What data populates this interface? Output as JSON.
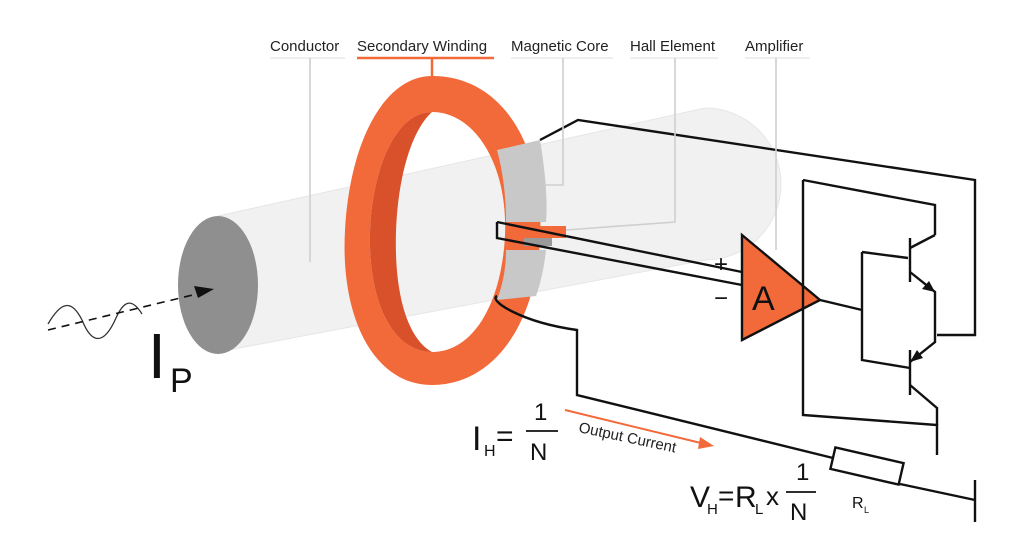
{
  "labels": {
    "conductor": "Conductor",
    "secondary_winding": "Secondary Winding",
    "magnetic_core": "Magnetic Core",
    "hall_element": "Hall Element",
    "amplifier": "Amplifier"
  },
  "primary_current": {
    "symbol": "I",
    "subscript": "P"
  },
  "amplifier_symbol": "A",
  "amp_inputs": {
    "plus": "+",
    "minus": "−"
  },
  "hall_current": {
    "symbol": "I",
    "subscript": "H",
    "equals": "=",
    "numerator": "1",
    "denominator": "N"
  },
  "output_current_label": "Output Current",
  "hall_voltage": {
    "symbol": "V",
    "subscript": "H",
    "equals": "=",
    "rl_symbol": "R",
    "rl_subscript": "L",
    "times": "x",
    "numerator": "1",
    "denominator": "N"
  },
  "load_resistor": {
    "symbol": "R",
    "subscript": "L"
  },
  "colors": {
    "accent": "#f26a3a",
    "accent_dark": "#d9512a",
    "core_gray": "#c8c8c8",
    "conductor_fill": "#f1f1f1",
    "conductor_end": "#8f8f8f",
    "wire": "#111111"
  },
  "icons": {
    "sine_wave": "sine-wave-icon",
    "arrow": "arrow-icon"
  }
}
